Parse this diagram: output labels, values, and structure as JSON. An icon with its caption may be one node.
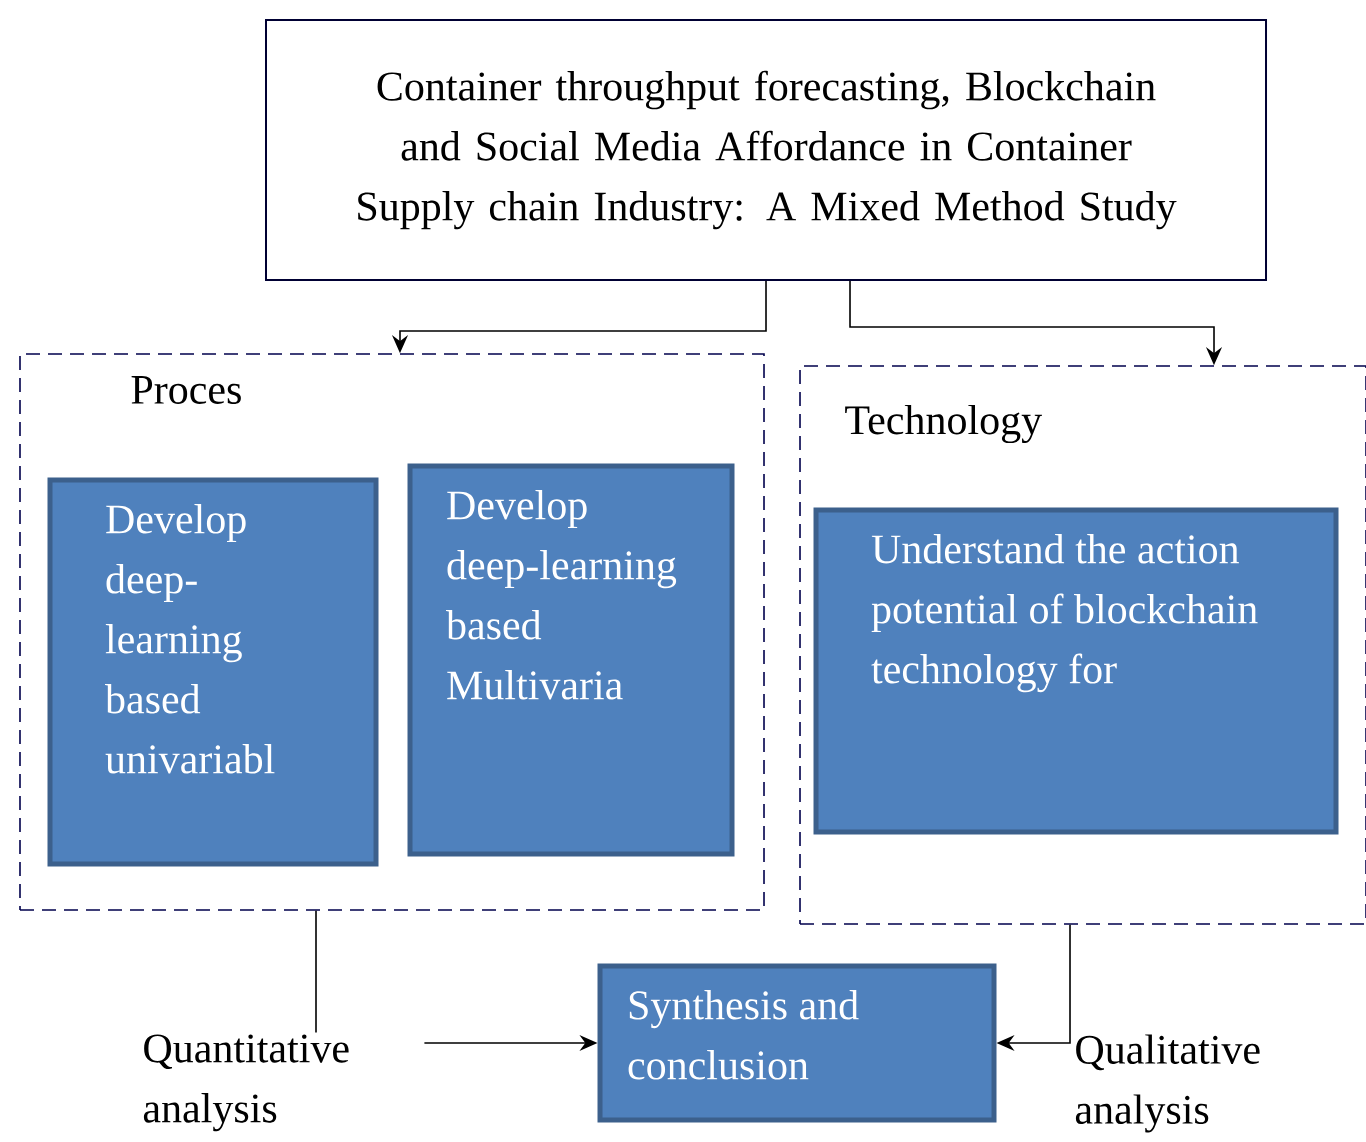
{
  "diagram": {
    "nodes": [
      {
        "text": [
          "Container throughput forecasting, Blockchain and Social Media Affordance in Container Supply chain Industry: A Mixed Method Study"
        ]
      },
      {
        "text": [
          "Proces"
        ]
      },
      {
        "text": [
          "Develop deep-learning based univariabl"
        ],
        "in": 1
      },
      {
        "text": [
          "Develop deep-learning based Multivaria"
        ],
        "in": 1
      },
      {
        "text": [
          "Technology"
        ]
      },
      {
        "text": [
          "Understand the action potential of blockchain technology for"
        ],
        "in": 4
      },
      {
        "text": [
          "Synthesis and conclusion"
        ]
      }
    ],
    "edges": [
      {
        "from": 0,
        "to": 1,
        "arrow": "to"
      },
      {
        "from": 0,
        "to": 4,
        "arrow": "to"
      },
      {
        "from": 1,
        "to": 6,
        "arrow": "to",
        "label": "Quantitative analysis"
      },
      {
        "from": 4,
        "to": 6,
        "arrow": "to",
        "label": "Qualitative analysis"
      }
    ]
  }
}
